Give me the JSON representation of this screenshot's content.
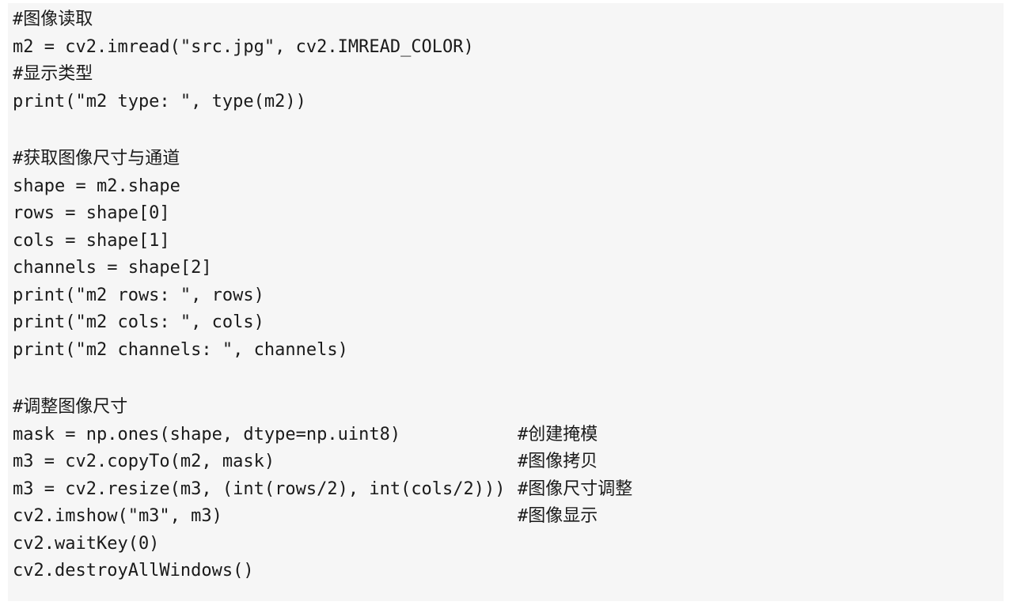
{
  "code_block": {
    "lines": [
      {
        "code": "#图像读取"
      },
      {
        "code": "m2 = cv2.imread(\"src.jpg\", cv2.IMREAD_COLOR)"
      },
      {
        "code": "#显示类型"
      },
      {
        "code": "print(\"m2 type: \", type(m2))"
      },
      {
        "code": ""
      },
      {
        "code": "#获取图像尺寸与通道"
      },
      {
        "code": "shape = m2.shape"
      },
      {
        "code": "rows = shape[0]"
      },
      {
        "code": "cols = shape[1]"
      },
      {
        "code": "channels = shape[2]"
      },
      {
        "code": "print(\"m2 rows: \", rows)"
      },
      {
        "code": "print(\"m2 cols: \", cols)"
      },
      {
        "code": "print(\"m2 channels: \", channels)"
      },
      {
        "code": ""
      },
      {
        "code": "#调整图像尺寸"
      },
      {
        "code": "mask = np.ones(shape, dtype=np.uint8)",
        "comment": "#创建掩模"
      },
      {
        "code": "m3 = cv2.copyTo(m2, mask)",
        "comment": "#图像拷贝"
      },
      {
        "code": "m3 = cv2.resize(m3, (int(rows/2), int(cols/2)))",
        "comment": "#图像尺寸调整"
      },
      {
        "code": "cv2.imshow(\"m3\", m3)",
        "comment": "#图像显示"
      },
      {
        "code": "cv2.waitKey(0)"
      },
      {
        "code": "cv2.destroyAllWindows()"
      }
    ]
  }
}
